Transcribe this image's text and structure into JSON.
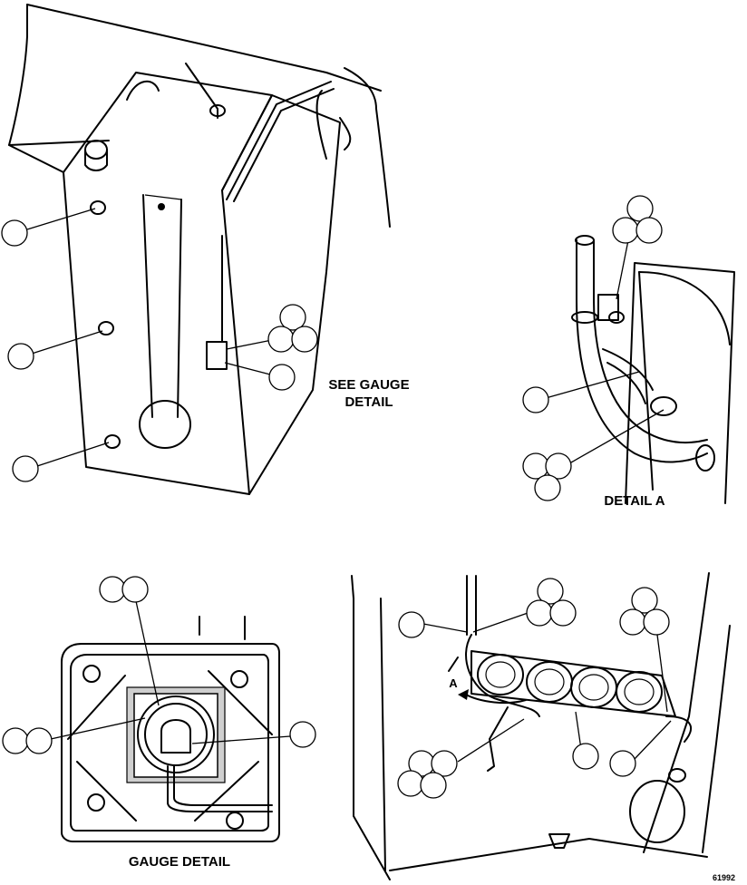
{
  "labels": {
    "see_gauge_detail": "SEE GAUGE\nDETAIL",
    "detail_a": "DETAIL A",
    "gauge_detail": "GAUGE DETAIL",
    "view_letter": "A",
    "drawing_number": "61992"
  }
}
